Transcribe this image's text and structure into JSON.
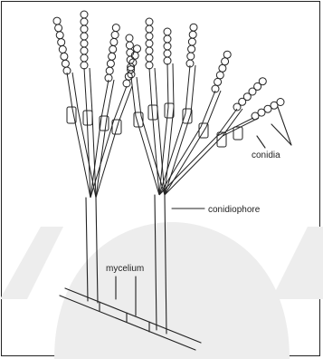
{
  "labels": {
    "conidia": "conidia",
    "conidiophore": "conidiophore",
    "mycelium": "mycelium"
  },
  "colors": {
    "ink": "#222222",
    "watermark": "#ededed",
    "background": "#ffffff"
  }
}
